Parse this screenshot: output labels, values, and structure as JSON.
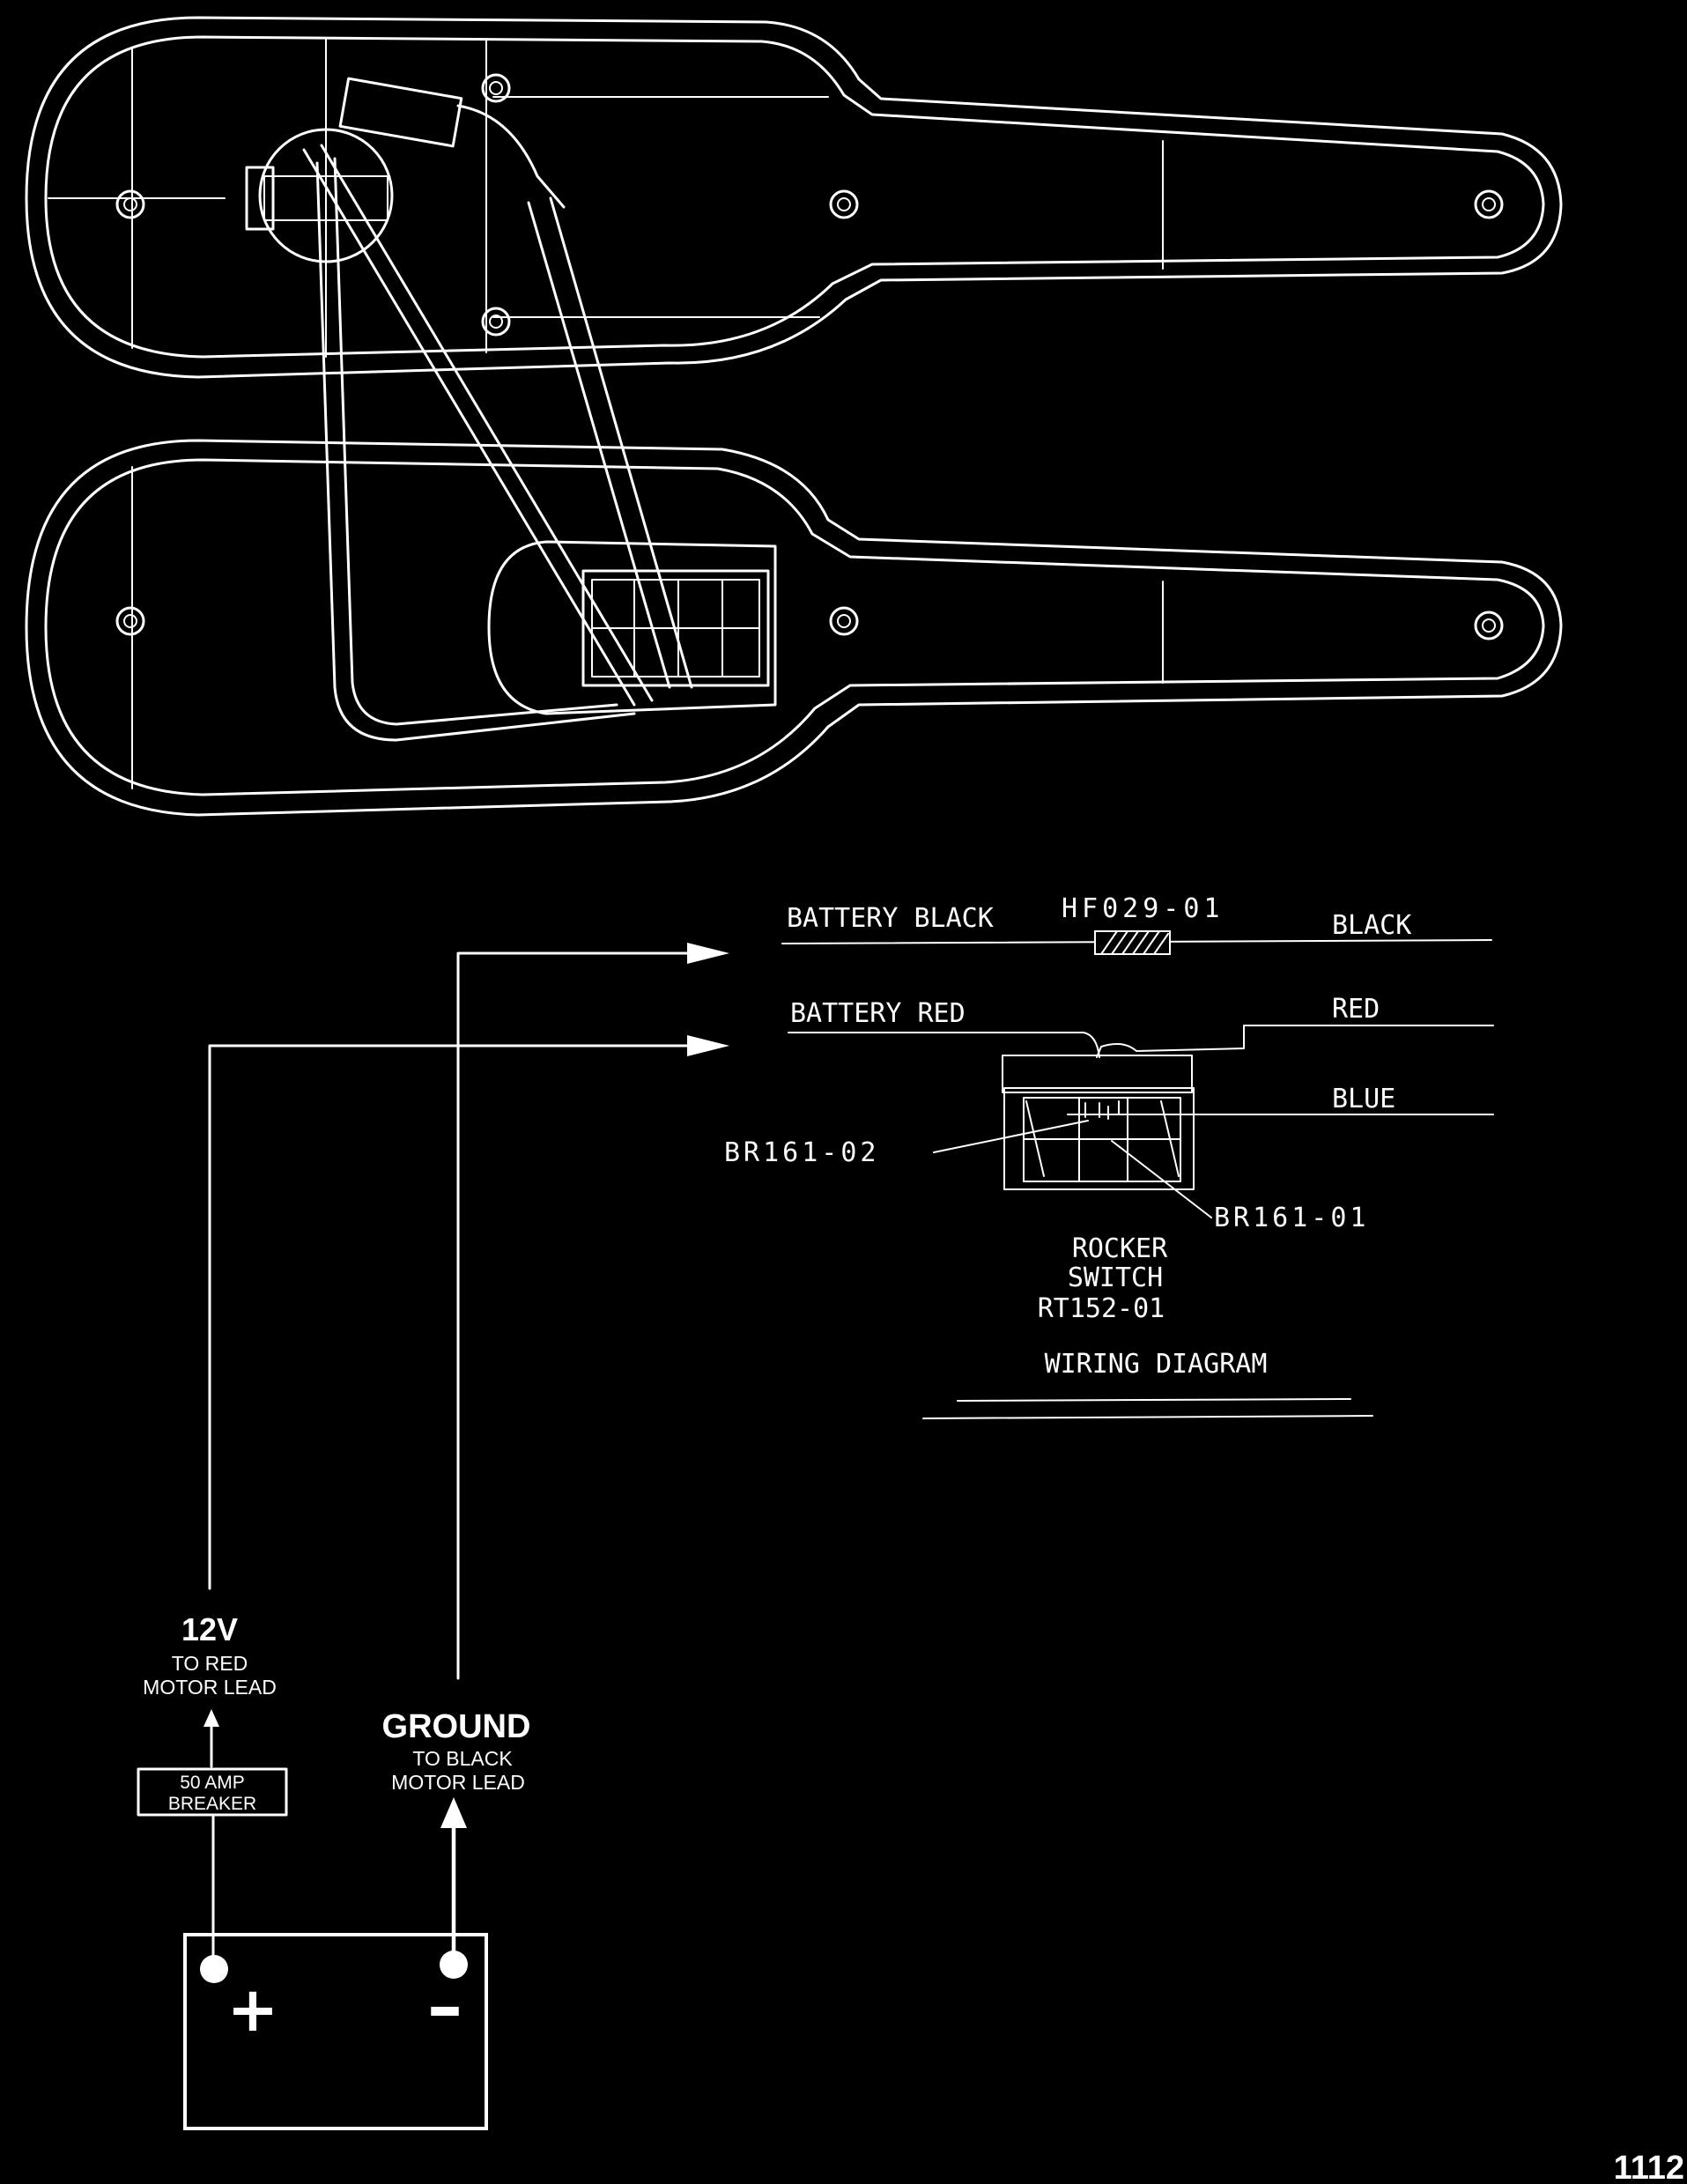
{
  "wiring": {
    "battery_black_label": "BATTERY BLACK",
    "fuse_part": "HF029-01",
    "black_label": "BLACK",
    "battery_red_label": "BATTERY RED",
    "red_label": "RED",
    "blue_label": "BLUE",
    "part_br161_02": "BR161-02",
    "part_br161_01": "BR161-01",
    "switch_title_1": "ROCKER",
    "switch_title_2": "SWITCH",
    "switch_part": "RT152-01",
    "diagram_title": "WIRING DIAGRAM"
  },
  "battery_section": {
    "voltage_label": "12V",
    "to_red_line1": "TO RED",
    "to_red_line2": "MOTOR LEAD",
    "breaker_line1": "50 AMP",
    "breaker_line2": "BREAKER",
    "ground_label": "GROUND",
    "to_black_line1": "TO BLACK",
    "to_black_line2": "MOTOR LEAD",
    "plus_symbol": "+",
    "minus_symbol": "–"
  },
  "figure_number": "1112"
}
